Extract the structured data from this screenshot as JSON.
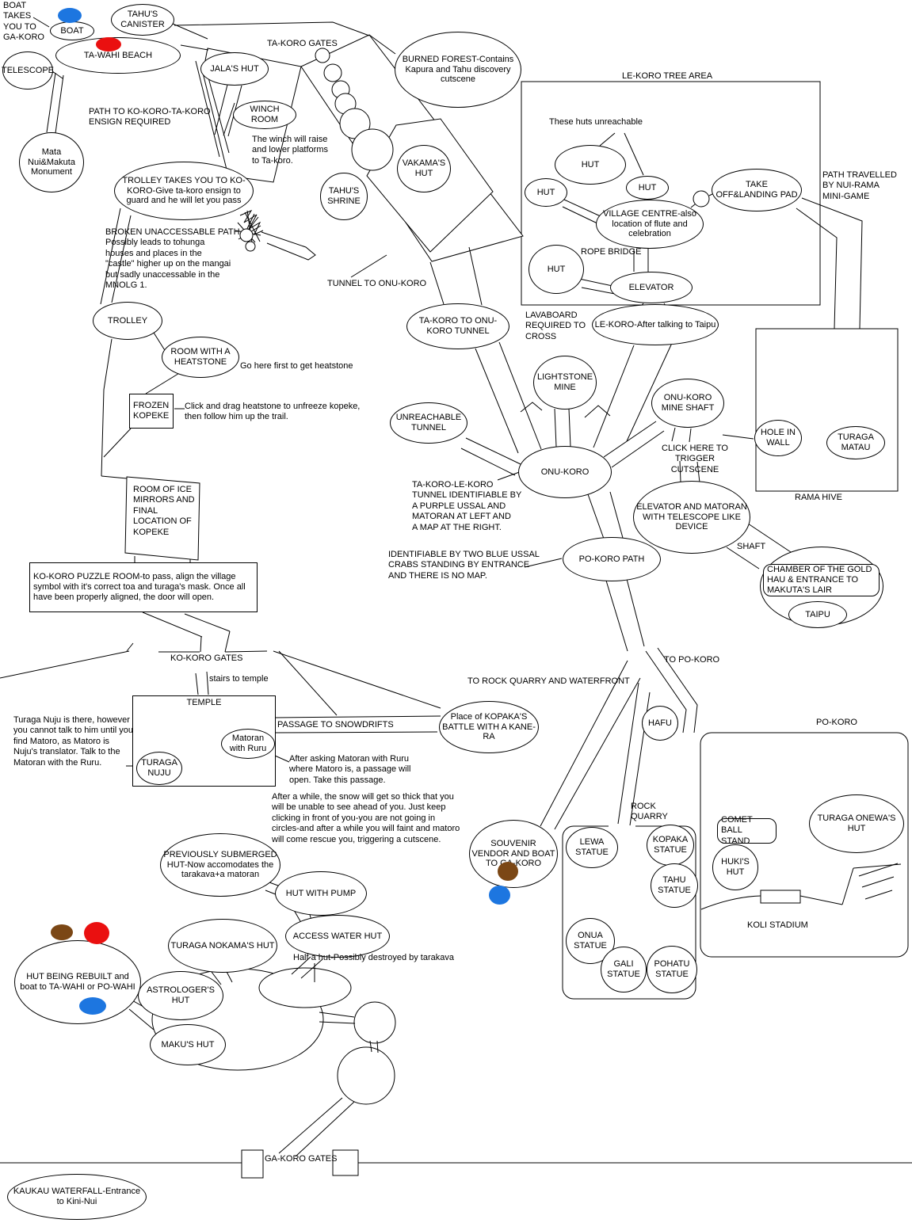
{
  "nodes": {
    "boat": "BOAT",
    "tahus_canister": "TAHU'S CANISTER",
    "ta_wahi_beach": "TA-WAHI BEACH",
    "telescope": "TELESCOPE",
    "monument": "Mata Nui&Makuta Monument",
    "trolley_gate": "TROLLEY TAKES YOU TO KO-KORO-Give ta-koro ensign to guard and he will let you pass",
    "jalas_hut": "JALA'S HUT",
    "winch_room": "WINCH ROOM",
    "tahus_shrine": "TAHU'S SHRINE",
    "vakamas_hut": "VAKAMA'S HUT",
    "burned_forest": "BURNED FOREST-Contains Kapura and Tahu discovery cutscene",
    "hut_a": "HUT",
    "hut_b": "HUT",
    "hut_c": "HUT",
    "hut_d": "HUT",
    "takeoff_pad": "TAKE OFF&LANDING PAD",
    "village_centre": "VILLAGE CENTRE-also location of flute and celebration",
    "elevator": "ELEVATOR",
    "ta_koro_onu_tunnel": "TA-KORO TO ONU-KORO TUNNEL",
    "lekoro_after": "LE-KORO-After talking to Taipu",
    "lightstone_mine": "LIGHTSTONE MINE",
    "unreachable_tunnel": "UNREACHABLE TUNNEL",
    "onu_koro": "ONU-KORO",
    "mine_shaft": "ONU-KORO MINE SHAFT",
    "hole_in_wall": "HOLE IN WALL",
    "turaga_matau": "TURAGA MATAU",
    "elevator_matoran": "ELEVATOR AND MATORAN WITH TELESCOPE LIKE DEVICE",
    "chamber": "CHAMBER OF THE GOLD HAU & ENTRANCE TO MAKUTA'S LAIR",
    "taipu": "TAIPU",
    "po_koro_path": "PO-KORO PATH",
    "trolley": "TROLLEY",
    "room_heatstone": "ROOM WITH A HEATSTONE",
    "frozen_kopeke": "FROZEN KOPEKE",
    "ice_room": "ROOM OF ICE\nMIRRORS AND\nFINAL\nLOCATION OF\nKOPEKE",
    "puzzle_room": "KO-KORO PUZZLE ROOM-to pass, align the village symbol with it's correct toa and turaga's mask.  Once all have been properly aligned, the door will open.",
    "temple": "TEMPLE",
    "turaga_nuju": "TURAGA NUJU",
    "matoran_ruru": "Matoran with Ruru",
    "kopaka_battle": "Place of KOPAKA'S BATTLE WITH A KANE-RA",
    "hafu": "HAFU",
    "souvenir": "SOUVENIR VENDOR AND BOAT TO GA-KORO",
    "lewa_statue": "LEWA STATUE",
    "kopaka_statue": "KOPAKA STATUE",
    "tahu_statue": "TAHU STATUE",
    "onua_statue": "ONUA STATUE",
    "gali_statue": "GALI STATUE",
    "pohatu_statue": "POHATU STATUE",
    "comet_stand": "COMET BALL STAND",
    "hukis_hut": "HUKI'S HUT",
    "turaga_onewa": "TURAGA ONEWA'S HUT",
    "prev_submerged": "PREVIOUSLY SUBMERGED HUT-Now accomodates the tarakava+a matoran",
    "hut_pump": "HUT WITH PUMP",
    "access_water": "ACCESS WATER HUT",
    "turaga_nokama": "TURAGA NOKAMA'S HUT",
    "astrologer": "ASTROLOGER'S HUT",
    "maku": "MAKU'S HUT",
    "hut_rebuilt": "HUT BEING REBUILT and boat to TA-WAHI or PO-WAHI",
    "kaukau": "KAUKAU WATERFALL-Entrance to Kini-Nui"
  },
  "texts": {
    "boat_takes": "BOAT\nTAKES\nYOU TO\nGA-KORO",
    "path_ensign": "PATH TO KO-KORO-TA-KORO\nENSIGN REQUIRED",
    "ta_koro_gates": "TA-KORO GATES",
    "winch_info": "The winch will raise\nand lower platforms\nto Ta-koro.",
    "broken_path": "BROKEN UNACCESSABLE PATH\nPossibly leads to tohunga\nhouses and places in the\n\"castle\" higher up on the mangai\nbut sadly unaccessable in the\nMNOLG 1.",
    "tunnel_onu": "TUNNEL TO ONU-KORO",
    "lekoro_area": "LE-KORO TREE AREA",
    "these_huts": "These huts unreachable",
    "rope_bridge": "ROPE BRIDGE",
    "path_travelled": "PATH TRAVELLED\nBY NUI-RAMA\nMINI-GAME",
    "lavaboard": "LAVABOARD\nREQUIRED TO\nCROSS",
    "go_here": "Go here first to get heatstone",
    "click_drag": "Click and drag heatstone to unfreeze kopeke,\nthen follow him up the trail.",
    "click_trigger": "CLICK HERE TO TRIGGER\nCUTSCENE",
    "rama_hive": "RAMA HIVE",
    "shaft": "SHAFT",
    "tunnel_id": "TA-KORO-LE-KORO\nTUNNEL IDENTIFIABLE BY\nA PURPLE USSAL AND\nMATORAN AT LEFT AND\nA MAP AT THE RIGHT.",
    "ussal_id": "IDENTIFIABLE BY TWO BLUE USSAL\nCRABS STANDING BY ENTRANCE\nAND THERE IS NO MAP.",
    "to_po_koro": "TO PO-KORO",
    "to_rock_quarry": "TO ROCK QUARRY AND WATERFRONT",
    "po_koro": "PO-KORO",
    "ko_koro_gates": "KO-KORO GATES",
    "stairs_temple": "stairs to temple",
    "nuju_info": "Turaga Nuju is there, however\nyou cannot talk to him until you\nfind Matoro, as Matoro is\nNuju's translator.  Talk to the\nMatoran with the Ruru.",
    "passage_snow": "PASSAGE TO SNOWDRIFTS",
    "after_asking": "After asking Matoran with Ruru\nwhere Matoro is, a passage will\nopen.  Take this passage.",
    "after_while": "After a while, the snow will get so thick that you\nwill be unable to see ahead of you.  Just keep\nclicking in front of you-you are not going in\ncircles-and after a while you will faint and matoro\nwill come rescue you, triggering a cutscene.",
    "rock_quarry": "ROCK\nQUARRY",
    "koli_stadium": "KOLI STADIUM",
    "half_hut": "Half a hut-Possibly destroyed by tarakava",
    "ga_koro_gates": "GA-KORO GATES"
  },
  "colors": {
    "blue": "#1d76e0",
    "red": "#ea1010",
    "brown": "#7b4715"
  }
}
